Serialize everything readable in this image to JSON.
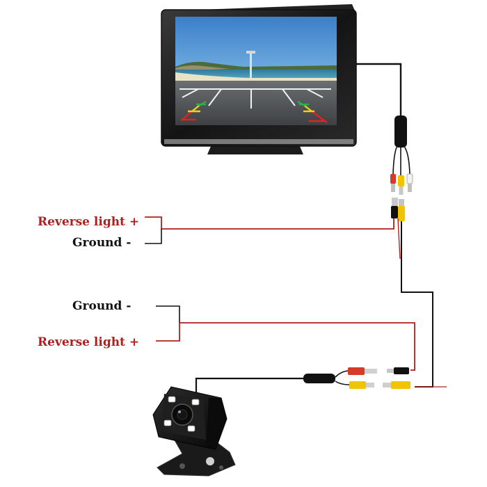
{
  "labels": {
    "top_reverse": "Reverse light +",
    "top_ground": "Ground -",
    "bottom_ground": "Ground -",
    "bottom_reverse": "Reverse light +"
  },
  "colors": {
    "reverse_wire": "#b01e1e",
    "ground_wire": "#111111",
    "video_rca_yellow": "#f2c300",
    "audio_rca_red": "#d83a2a",
    "audio_rca_white": "#f2f2f2",
    "monitor_bezel": "#1a1a1a",
    "camera_body": "#151515",
    "led": "#ffffff"
  },
  "components": [
    "monitor",
    "monitor-cable",
    "camera",
    "camera-cable",
    "power-splice"
  ]
}
